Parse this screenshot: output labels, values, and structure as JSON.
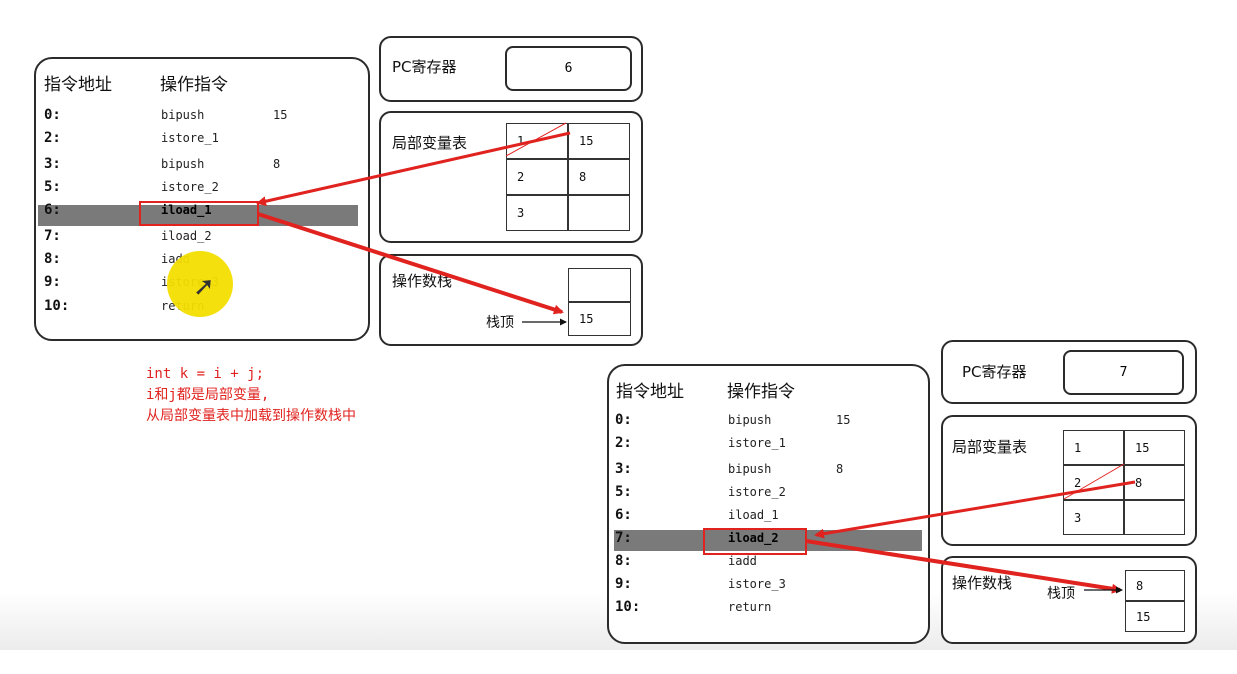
{
  "panels": [
    {
      "id": "left",
      "header_addr": "指令地址",
      "header_instr": "操作指令",
      "addresses": [
        "0:",
        "2:",
        "3:",
        "5:",
        "6:",
        "7:",
        "8:",
        "9:",
        "10:"
      ],
      "instructions": [
        "bipush",
        "istore_1",
        "bipush",
        "istore_2",
        "iload_1",
        "iload_2",
        "iadd",
        "istore_3",
        "return"
      ],
      "args": [
        "15",
        "",
        "8",
        "",
        "",
        "",
        "",
        "",
        ""
      ],
      "highlighted_row": 4,
      "pc_label": "PC寄存器",
      "pc_value": "6",
      "locals_label": "局部变量表",
      "locals": [
        [
          "1",
          "15"
        ],
        [
          "2",
          "8"
        ],
        [
          "3",
          ""
        ]
      ],
      "stack_label": "操作数栈",
      "stack_top_label": "栈顶",
      "stack": [
        "",
        "15"
      ]
    },
    {
      "id": "right",
      "header_addr": "指令地址",
      "header_instr": "操作指令",
      "addresses": [
        "0:",
        "2:",
        "3:",
        "5:",
        "6:",
        "7:",
        "8:",
        "9:",
        "10:"
      ],
      "instructions": [
        "bipush",
        "istore_1",
        "bipush",
        "istore_2",
        "iload_1",
        "iload_2",
        "iadd",
        "istore_3",
        "return"
      ],
      "args": [
        "15",
        "",
        "8",
        "",
        "",
        "",
        "",
        "",
        ""
      ],
      "highlighted_row": 5,
      "pc_label": "PC寄存器",
      "pc_value": "7",
      "locals_label": "局部变量表",
      "locals": [
        [
          "1",
          "15"
        ],
        [
          "2",
          "8"
        ],
        [
          "3",
          ""
        ]
      ],
      "stack_label": "操作数栈",
      "stack_top_label": "栈顶",
      "stack": [
        "8",
        "15"
      ]
    }
  ],
  "note": {
    "line1": "int k = i + j;",
    "line2": "i和j都是局部变量,",
    "line3": "从局部变量表中加载到操作数栈中"
  },
  "colors": {
    "annotation_red": "#e0231f",
    "highlight_gray": "#7a7a7a",
    "cursor_yellow": "#f3de00"
  }
}
